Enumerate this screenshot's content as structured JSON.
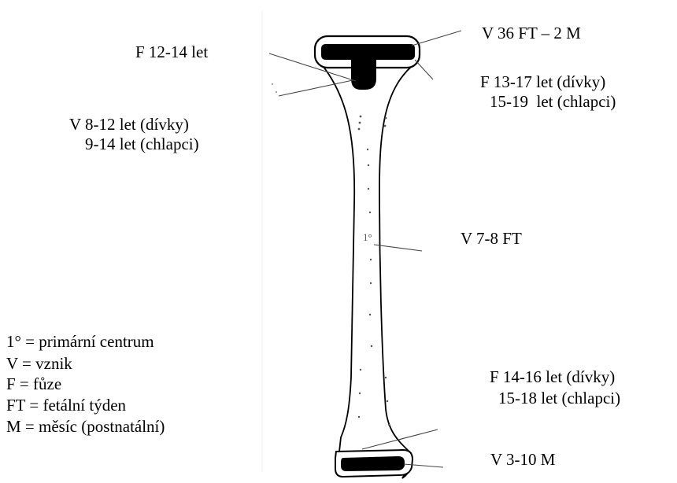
{
  "labels": {
    "top_left_fusion": "F 12-14 let",
    "top_right_onset": "V 36 FT – 2 M",
    "top_right_fusion_girls": "F 13-17 let (dívky)",
    "top_right_fusion_boys": "15-19  let (chlapci)",
    "left_onset_girls": "V 8-12 let (dívky)",
    "left_onset_boys": "9-14 let (chlapci)",
    "primary_center_onset": "V 7-8 FT",
    "primary_center_mark": "1°",
    "bottom_right_fusion_girls": "F 14-16 let (dívky)",
    "bottom_right_fusion_boys": "15-18 let (chlapci)",
    "bottom_right_onset": "V 3-10 M"
  },
  "legend": [
    "1° = primární centrum",
    "V = vznik",
    "F = fůze",
    "FT = fetální týden",
    "M = měsíc (postnatální)"
  ]
}
